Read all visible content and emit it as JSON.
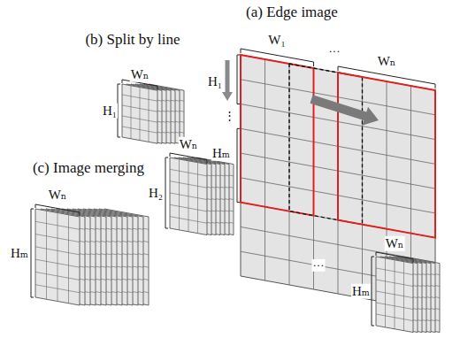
{
  "diagram": {
    "labels": [
      "(a) Edge image",
      "(b) Split by line",
      "(c) Image merging",
      "W₁",
      "···",
      "Wₙ",
      "⋮",
      "H₁",
      "Hₘ",
      "Wₙ",
      "H₁",
      "Wₙ",
      "H₂",
      "···",
      "Wₙ",
      "Hₘ",
      "Wₙ",
      "Hₘ"
    ]
  }
}
